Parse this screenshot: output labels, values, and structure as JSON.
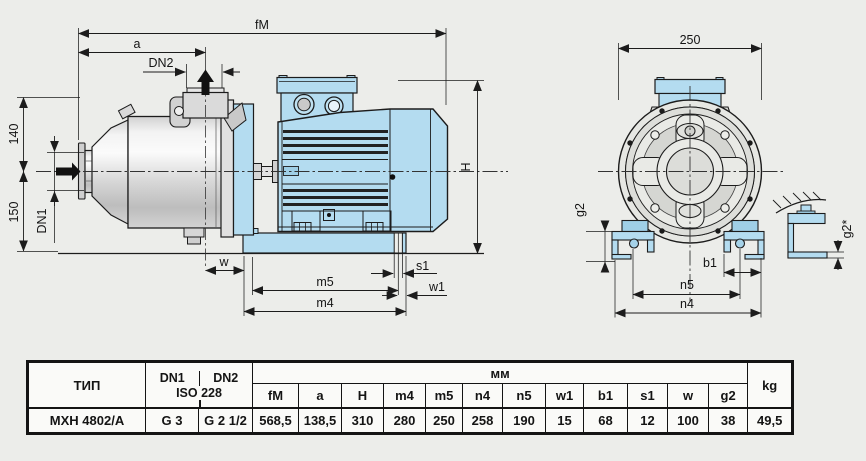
{
  "colors": {
    "background": "#ecedea",
    "motor_blue": "#b4dcf0",
    "motor_blue_dark": "#9fcfe6",
    "pump_gray": "#d9d9d9",
    "line": "#1c1c1c"
  },
  "side_view": {
    "labels": {
      "fm": "fM",
      "a": "a",
      "dn2": "DN2",
      "h140": "140",
      "h150": "150",
      "dn1": "DN1",
      "h": "H",
      "w": "w",
      "m5": "m5",
      "m4": "m4",
      "s1": "s1",
      "w1": "w1"
    }
  },
  "front_view": {
    "labels": {
      "d250": "250",
      "g2": "g2",
      "b1": "b1",
      "n5": "n5",
      "n4": "n4",
      "g2star": "g2*"
    }
  },
  "table": {
    "type_header": "ТИП",
    "dn1_header": "DN1",
    "dn2_header": "DN2",
    "iso_header": "ISO 228",
    "mm_header": "мм",
    "kg_header": "kg",
    "dim_columns": [
      "fM",
      "a",
      "H",
      "m4",
      "m5",
      "n4",
      "n5",
      "w1",
      "b1",
      "s1",
      "w",
      "g2"
    ],
    "row": {
      "type": "MXH 4802/A",
      "dn1": "G 3",
      "dn2": "G 2 1/2",
      "values": [
        "568,5",
        "138,5",
        "310",
        "280",
        "250",
        "258",
        "190",
        "15",
        "68",
        "12",
        "100",
        "38"
      ],
      "kg": "49,5"
    }
  }
}
